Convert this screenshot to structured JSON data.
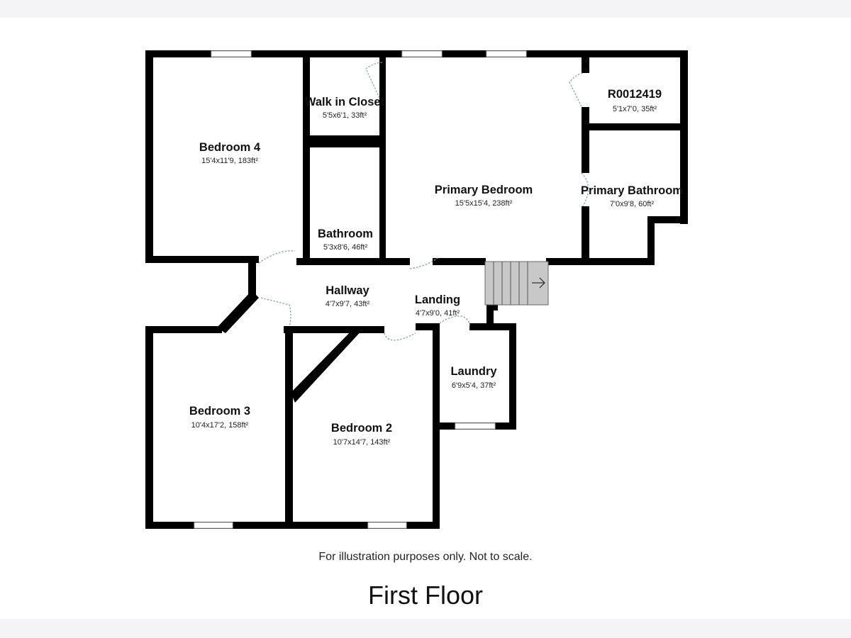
{
  "plan": {
    "rooms": [
      {
        "name": "Bedroom 4",
        "dims": "15'4x11'9, 183ft²"
      },
      {
        "name": "Walk in Closet",
        "dims": "5'5x6'1, 33ft²"
      },
      {
        "name": "R0012419",
        "dims": "5'1x7'0, 35ft²"
      },
      {
        "name": "Primary Bedroom",
        "dims": "15'5x15'4, 238ft²"
      },
      {
        "name": "Primary Bathroom",
        "dims": "7'0x9'8, 60ft²"
      },
      {
        "name": "Bathroom",
        "dims": "5'3x8'6, 46ft²"
      },
      {
        "name": "Hallway",
        "dims": "4'7x9'7, 43ft²"
      },
      {
        "name": "Landing",
        "dims": "4'7x9'0, 41ft²"
      },
      {
        "name": "Laundry",
        "dims": "6'9x5'4, 37ft²"
      },
      {
        "name": "Bedroom 3",
        "dims": "10'4x17'2, 158ft²"
      },
      {
        "name": "Bedroom 2",
        "dims": "10'7x14'7, 143ft²"
      }
    ]
  },
  "footer": {
    "disclaimer": "For illustration purposes only. Not to scale.",
    "floor_title": "First Floor"
  }
}
